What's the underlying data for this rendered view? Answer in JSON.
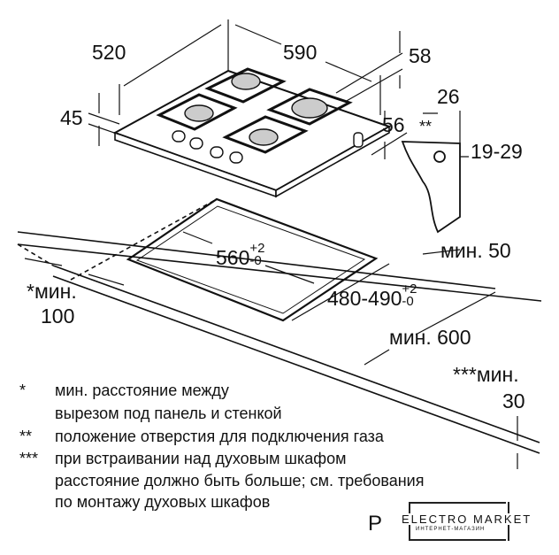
{
  "dimensions": {
    "width": "520",
    "length": "590",
    "glass_thickness": "58",
    "height": "45",
    "feet_height": "56",
    "gas_offset": "26",
    "gas_marker": "**",
    "gas_height": "19-29",
    "min_back": "мин. 50",
    "cutout_width": "560",
    "cutout_width_tol_plus": "+2",
    "cutout_width_tol_minus": "-0",
    "min_side_label": "*мин.",
    "min_side_value": "100",
    "cutout_depth": "480-490",
    "cutout_depth_tol_plus": "+2",
    "cutout_depth_tol_minus": "-0",
    "min_depth": "мин. 600",
    "min_oven_label": "***мин.",
    "min_oven_value": "30"
  },
  "notes": [
    {
      "mark": "*",
      "lines": [
        "мин. расстояние между",
        "вырезом под панель и стенкой"
      ]
    },
    {
      "mark": "**",
      "lines": [
        "положение отверстия для подключения газа"
      ]
    },
    {
      "mark": "***",
      "lines": [
        "при встраивании над духовым шкафом",
        "расстояние должно быть больше; см. требования",
        "по монтажу духовых шкафов"
      ]
    }
  ],
  "logo": {
    "letter": "P",
    "name": "ELECTRO MARKET",
    "tagline": "ИНТЕРНЕТ-МАГАЗИН"
  }
}
